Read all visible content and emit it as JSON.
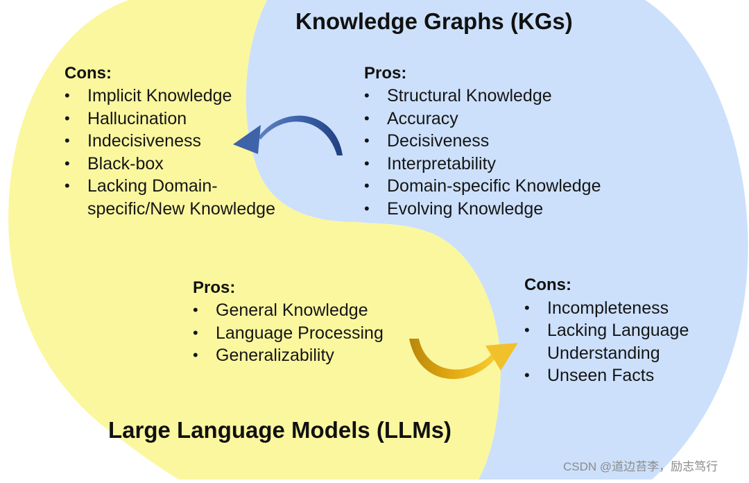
{
  "diagram": {
    "kg": {
      "title": "Knowledge Graphs (KGs)",
      "pros": {
        "heading": "Pros:",
        "items": [
          "Structural Knowledge",
          "Accuracy",
          "Decisiveness",
          "Interpretability",
          "Domain-specific Knowledge",
          "Evolving Knowledge"
        ]
      },
      "cons": {
        "heading": "Cons:",
        "items": [
          "Incompleteness",
          "Lacking Language",
          "Understanding",
          "Unseen Facts"
        ]
      }
    },
    "llm": {
      "title": "Large Language Models (LLMs)",
      "pros": {
        "heading": "Pros:",
        "items": [
          "General Knowledge",
          "Language Processing",
          "Generalizability"
        ]
      },
      "cons": {
        "heading": "Cons:",
        "items": [
          "Implicit Knowledge",
          "Hallucination",
          "Indecisiveness",
          "Black-box",
          "Lacking Domain-",
          "specific/New Knowledge"
        ]
      }
    },
    "bullet_char": "•",
    "watermark": "CSDN @道边苔李，励志笃行",
    "colors": {
      "kg_region": "#cce0fb",
      "llm_region": "#fbf79f",
      "blue_arrow": "#3f63a8",
      "gold_arrow": "#e4a811"
    }
  }
}
